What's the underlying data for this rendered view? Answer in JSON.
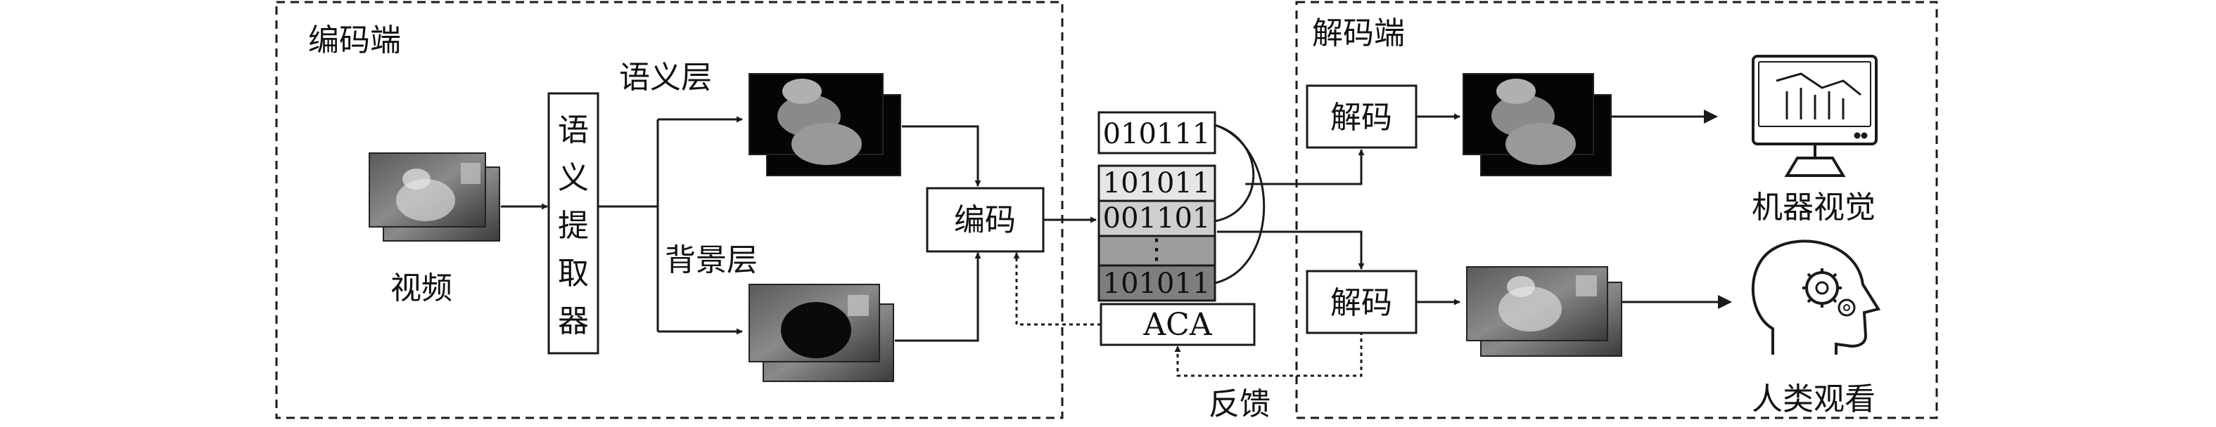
{
  "encoder": {
    "title": "编码端"
  },
  "decoder": {
    "title": "解码端"
  },
  "input": {
    "label": "视频"
  },
  "extractor": {
    "chars": [
      "语",
      "义",
      "提",
      "取",
      "器"
    ]
  },
  "semantic_layer": {
    "label": "语义层"
  },
  "background_layer": {
    "label": "背景层"
  },
  "encode_box": {
    "label": "编码"
  },
  "bitstream": {
    "top": "010111",
    "rows": [
      "101011",
      "001101",
      "⋮",
      "101011"
    ]
  },
  "aca": {
    "label": "ACA"
  },
  "feedback": {
    "label": "反馈"
  },
  "decode_top": {
    "label": "解码"
  },
  "decode_bottom": {
    "label": "解码"
  },
  "machine_vision": {
    "label": "机器视觉"
  },
  "human_view": {
    "label": "人类观看"
  },
  "colors": {
    "stroke": "#1a1a1a",
    "bits_light": "#e6e6e6",
    "bits_mid": "#cfcfcf",
    "bits_dark": "#9d9d9d",
    "bits_last": "#7e7e7e"
  }
}
